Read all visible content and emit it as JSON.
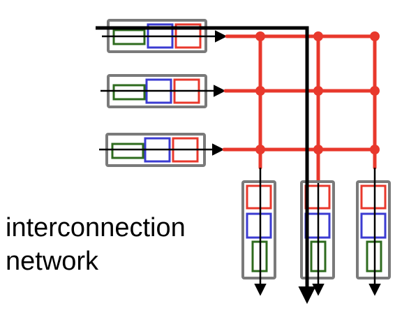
{
  "caption": {
    "line1": "interconnection",
    "line2": "network"
  },
  "colors": {
    "crossbar": "#e8382c",
    "crosspoint": "#e8382c",
    "arrow": "#000000",
    "highlighted_path": "#000000",
    "port_frame": "#7a7a7a",
    "port_fill": "#ffffff",
    "slot_green": "#2e6b1e",
    "slot_blue": "#3b3bd1",
    "slot_red": "#e8382c",
    "text": "#000000"
  },
  "structure": {
    "input_ports": 3,
    "output_ports": 3,
    "slots_per_port": [
      "green",
      "blue",
      "red"
    ],
    "highlighted_path": "input 1 to output 2"
  }
}
